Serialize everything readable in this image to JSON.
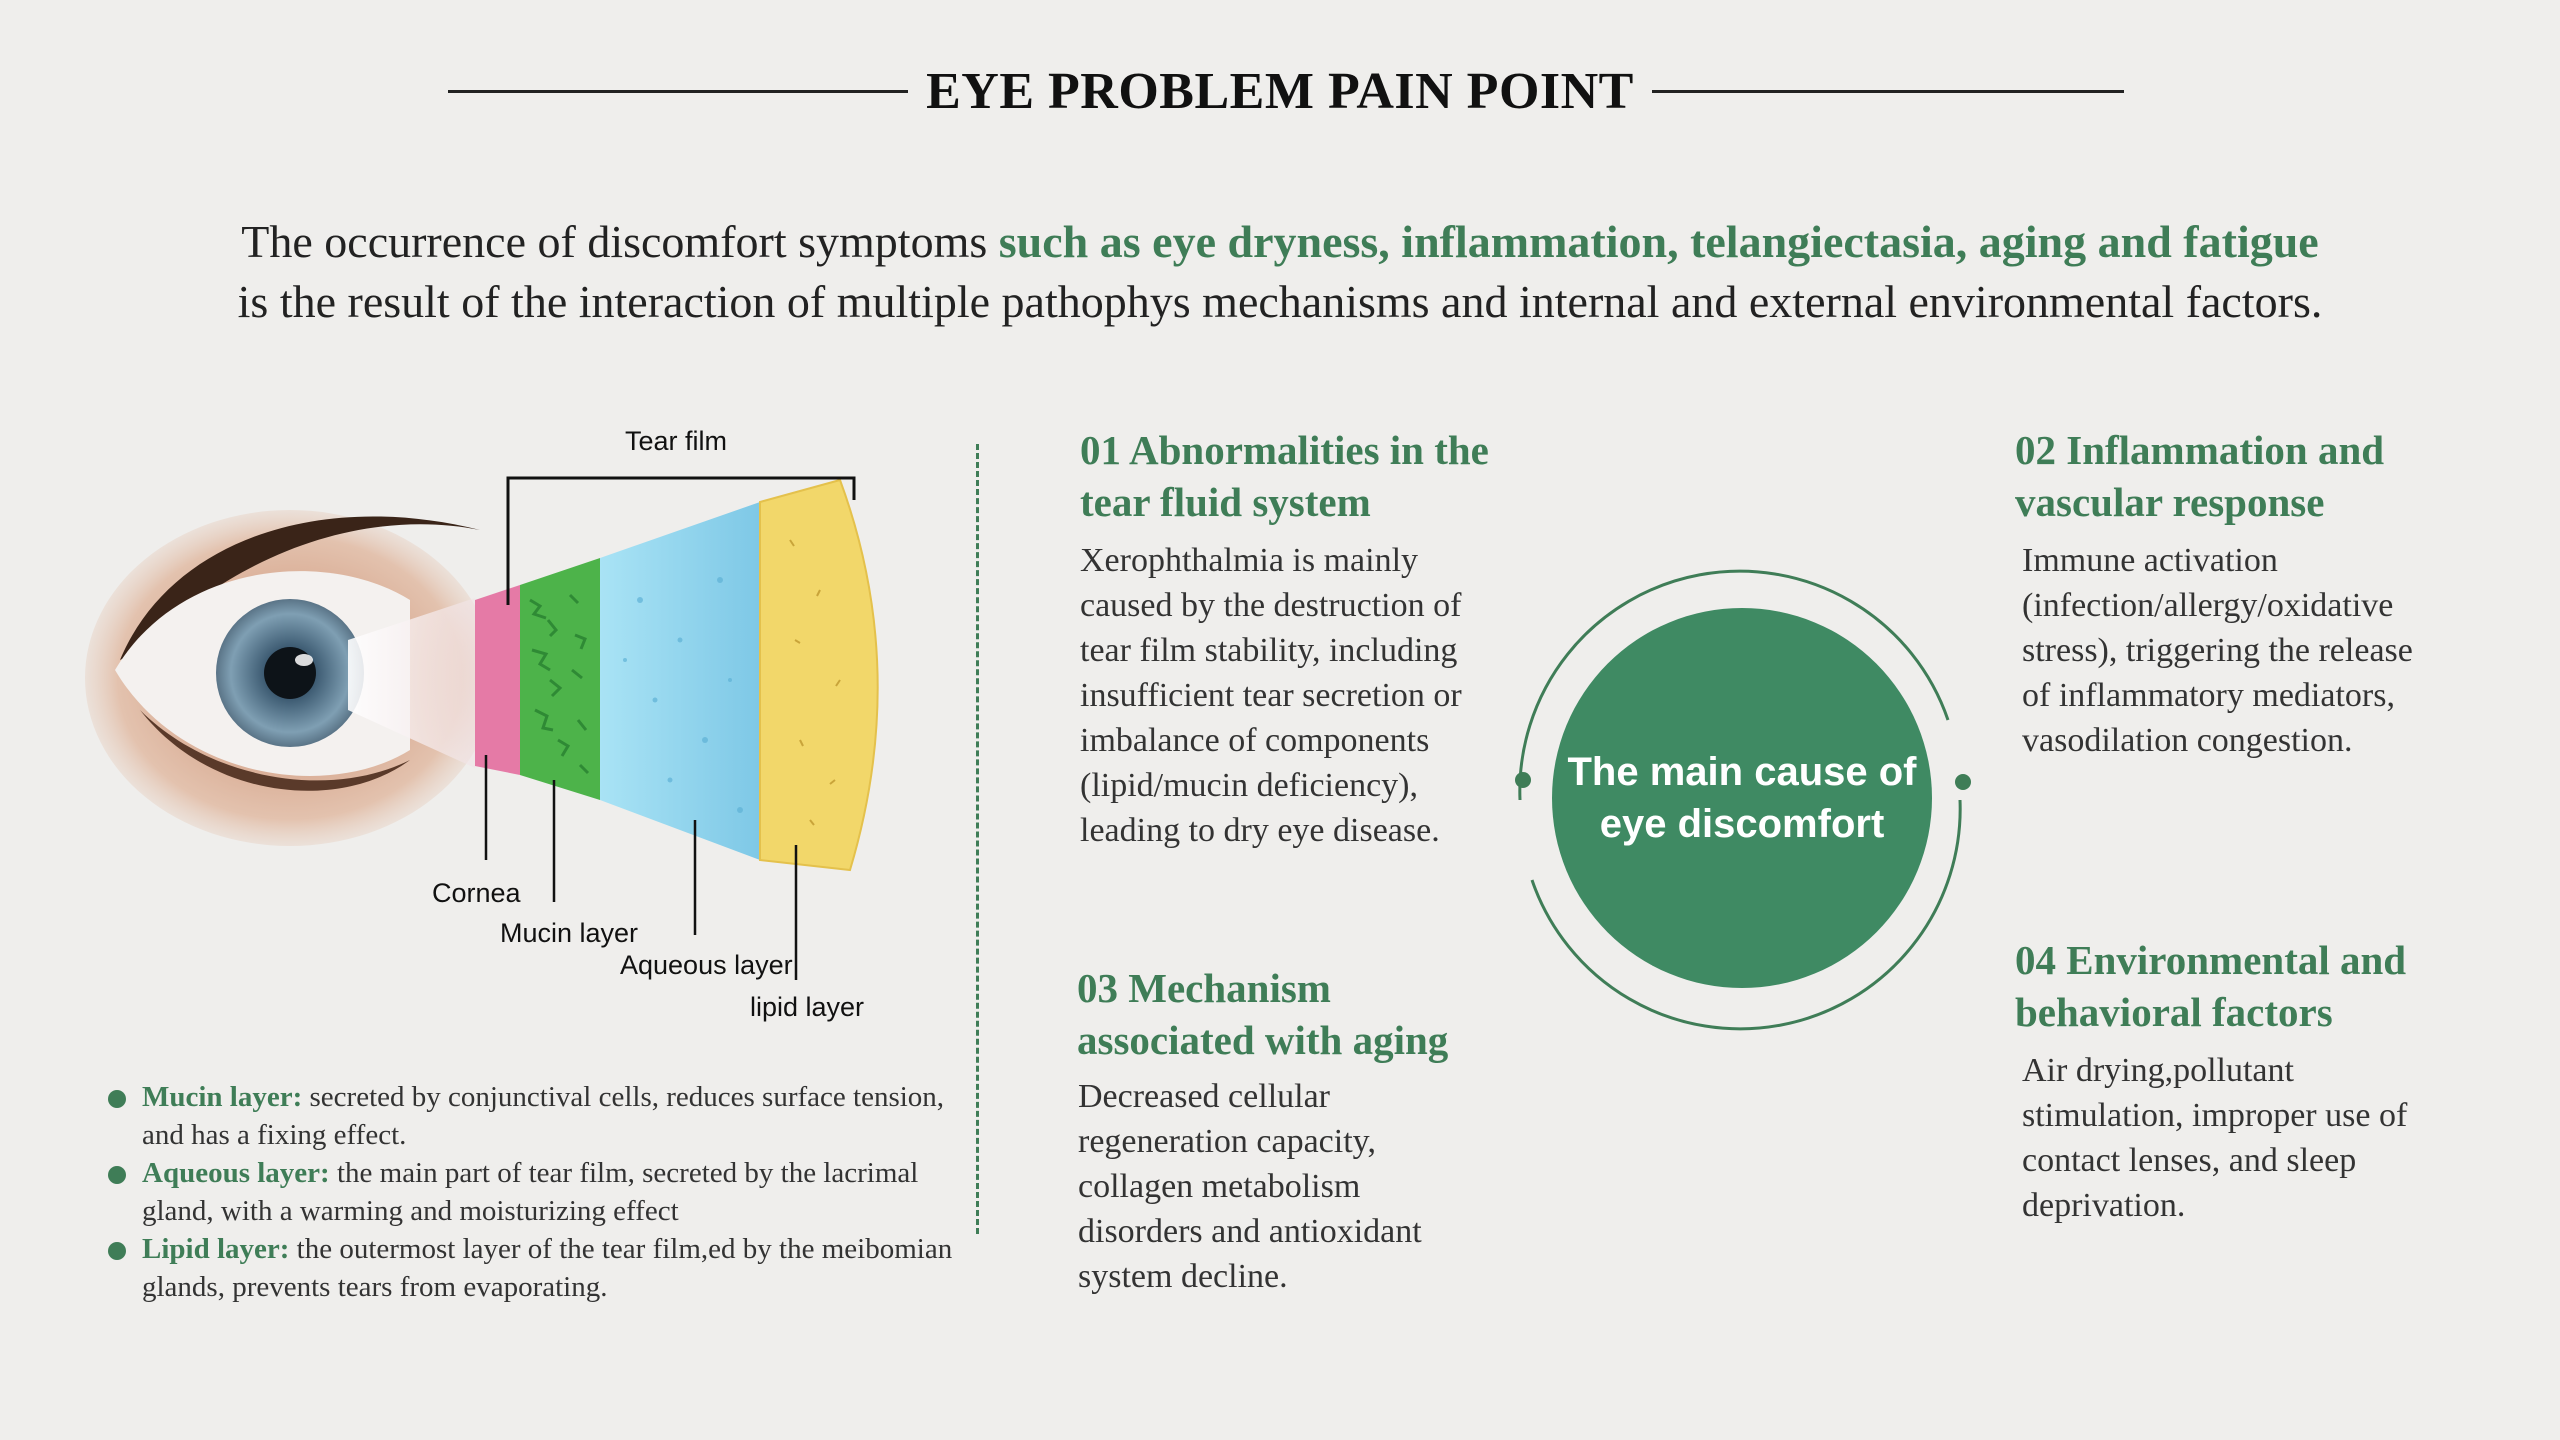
{
  "header": {
    "title": "EYE PROBLEM PAIN POINT"
  },
  "intro": {
    "line1_pre": "The occurrence of discomfort symptoms ",
    "line1_highlight": "such as eye dryness, inflammation, telangiectasia, aging and fatigue",
    "line2": "is the result of the interaction of multiple pathophys mechanisms and internal and external environmental factors."
  },
  "diagram": {
    "labels": {
      "tear_film": "Tear film",
      "cornea": "Cornea",
      "mucin": "Mucin layer",
      "aqueous": "Aqueous layer",
      "lipid": "lipid layer"
    },
    "colors": {
      "cornea": "#e57aa6",
      "mucin": "#4db34a",
      "aqueous": "#8fd3ec",
      "lipid": "#f2d76a"
    }
  },
  "bullets": [
    {
      "term": "Mucin layer:",
      "text": " secreted by conjunctival cells, reduces surface tension, and has a fixing effect."
    },
    {
      "term": "Aqueous layer:",
      "text": " the main part of tear film, secreted by the lacrimal gland, with a warming and moisturizing effect"
    },
    {
      "term": "Lipid layer:",
      "text": " the outermost layer of the tear film,ed by the meibomian glands, prevents tears from evaporating."
    }
  ],
  "cards": {
    "c01": {
      "title": "01 Abnormalities in the tear fluid system",
      "body": "Xerophthalmia is mainly caused by the destruction of tear film stability, including insufficient tear secretion or imbalance of components (lipid/mucin deficiency), leading to dry eye disease."
    },
    "c02": {
      "title": "02 Inflammation and vascular response",
      "body": "Immune activation (infection/allergy/oxidative stress), triggering the release of inflammatory mediators, vasodilation congestion."
    },
    "c03": {
      "title": "03 Mechanism associated with aging",
      "body": "Decreased cellular regeneration capacity, collagen metabolism disorders and antioxidant system decline."
    },
    "c04": {
      "title": "04 Environmental and behavioral factors",
      "body": "Air drying,pollutant stimulation, improper use of contact lenses, and sleep deprivation."
    }
  },
  "center": {
    "text": "The main cause of eye discomfort",
    "color": "#3f8a63"
  }
}
